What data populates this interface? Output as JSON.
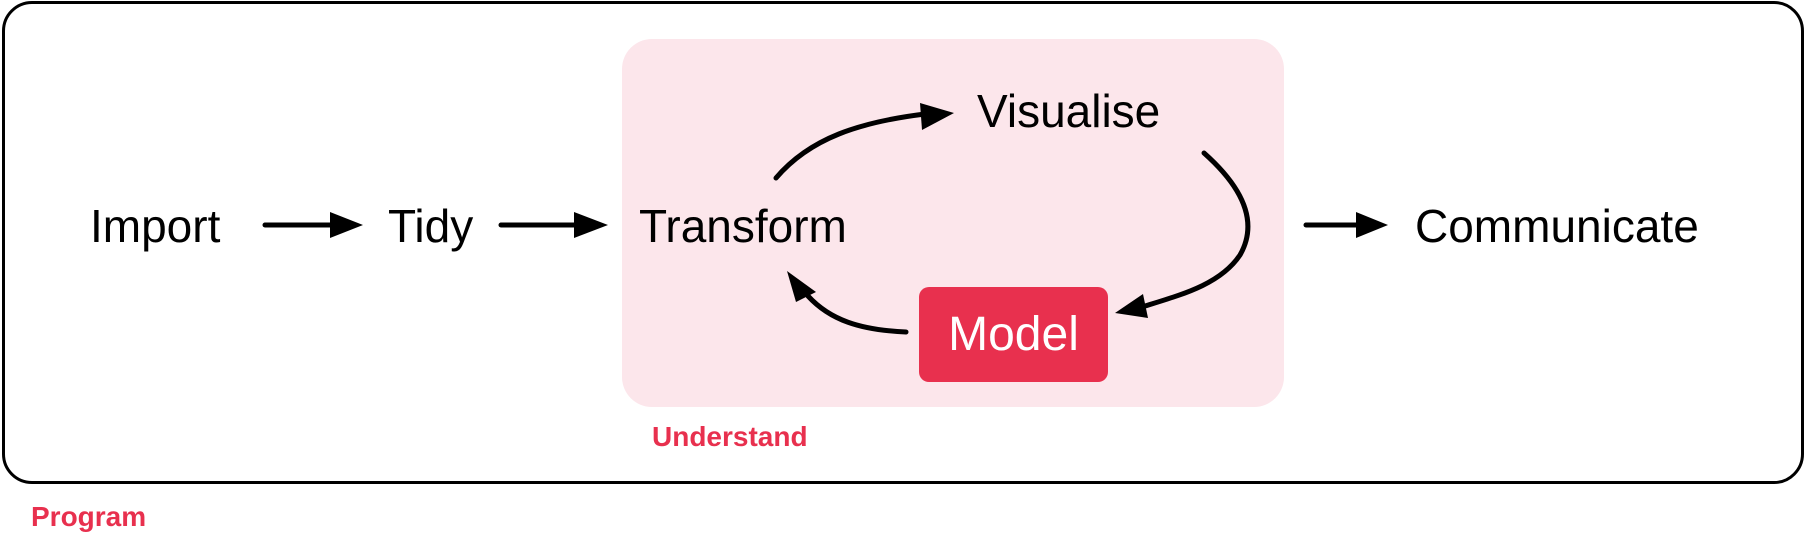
{
  "diagram": {
    "nodes": {
      "import": "Import",
      "tidy": "Tidy",
      "transform": "Transform",
      "visualise": "Visualise",
      "model": "Model",
      "communicate": "Communicate"
    },
    "groups": {
      "understand": "Understand",
      "program": "Program"
    },
    "edges": [
      {
        "from": "Import",
        "to": "Tidy"
      },
      {
        "from": "Tidy",
        "to": "Transform"
      },
      {
        "from": "Transform",
        "to": "Visualise"
      },
      {
        "from": "Visualise",
        "to": "Model"
      },
      {
        "from": "Model",
        "to": "Transform"
      },
      {
        "from": "Understand",
        "to": "Communicate"
      }
    ],
    "colors": {
      "accent": "#e8304e",
      "understand_fill": "#fce6eb",
      "stroke": "#000000"
    }
  }
}
